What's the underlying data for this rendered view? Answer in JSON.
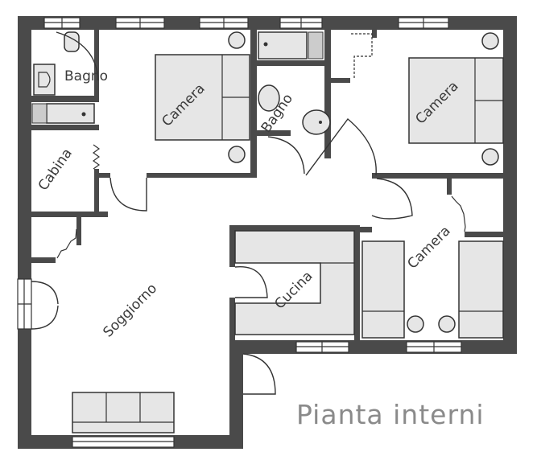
{
  "rooms": {
    "bagno_1": "Bagno",
    "camera_1": "Camera",
    "bagno_2": "Bagno",
    "camera_2": "Camera",
    "cabina": "Cabina",
    "camera_3": "Camera",
    "soggiorno": "Soggiorno",
    "cucina": "Cucina"
  },
  "caption": "Pianta interni",
  "colors": {
    "wall": "#4a4a4a",
    "furniture": "#e6e6e6",
    "caption": "#8a8a8a"
  }
}
